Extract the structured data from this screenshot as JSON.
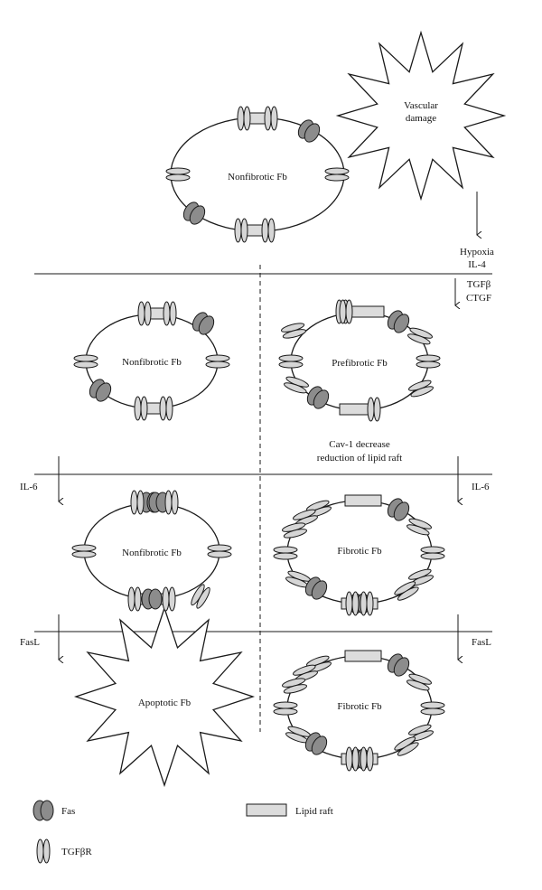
{
  "colors": {
    "fas": "#8c8c8c",
    "tgfbr": "#d6d6d6",
    "raft": "#dcdcdc",
    "stroke": "#1a1a1a"
  },
  "top": {
    "cell_label": "Nonfibrotic Fb",
    "damage_label_1": "Vascular",
    "damage_label_2": "damage"
  },
  "arrows": {
    "hypoxia": "Hypoxia",
    "il4": "IL-4",
    "tgfb": "TGFβ",
    "ctgf": "CTGF",
    "il6_left": "IL-6",
    "il6_right": "IL-6",
    "fasl_left": "FasL",
    "fasl_right": "FasL"
  },
  "row2": {
    "left_cell": "Nonfibrotic Fb",
    "right_cell": "Prefibrotic Fb",
    "note_1": "Cav-1 decrease",
    "note_2": "reduction of lipid raft"
  },
  "row3": {
    "left_cell": "Nonfibrotic Fb",
    "right_cell": "Fibrotic Fb"
  },
  "row4": {
    "left_cell": "Apoptotic Fb",
    "right_cell": "Fibrotic Fb"
  },
  "legend": {
    "fas": {
      "icon": "fas-icon",
      "label": "Fas"
    },
    "tgfbr": {
      "icon": "tgfbr-icon",
      "label": "TGFβR"
    },
    "raft": {
      "icon": "lipid-raft-icon",
      "label": "Lipid raft"
    }
  }
}
